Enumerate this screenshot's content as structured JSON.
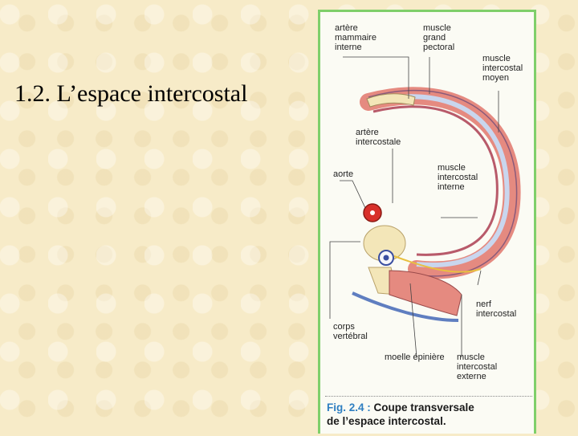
{
  "slide": {
    "title": "1.2. L’espace intercostal"
  },
  "figure": {
    "labels": {
      "artere_mammaire": "artère\nmammaire\ninterne",
      "muscle_grand_pectoral": "muscle\ngrand\npectoral",
      "muscle_intercostal_moyen": "muscle\nintercostal\nmoyen",
      "artere_intercostale": "artère\nintercostale",
      "aorte": "aorte",
      "muscle_intercostal_interne": "muscle\nintercostal\ninterne",
      "nerf_intercostal": "nerf\nintercostal",
      "corps_vertebral": "corps\nvertébral",
      "moelle_epiniere": "moelle épinière",
      "muscle_intercostal_externe": "muscle\nintercostal\nexterne"
    },
    "caption": {
      "number": "Fig. 2.4 :",
      "line1": " Coupe transversale",
      "line2": "de l’espace intercostal."
    },
    "colors": {
      "frame": "#7fcf6a",
      "muscle": "#e58a80",
      "rib_band": "#c9d6ee",
      "bone": "#f3e6b8",
      "aorta": "#d8302a",
      "caption_accent": "#2f7fc1"
    }
  }
}
